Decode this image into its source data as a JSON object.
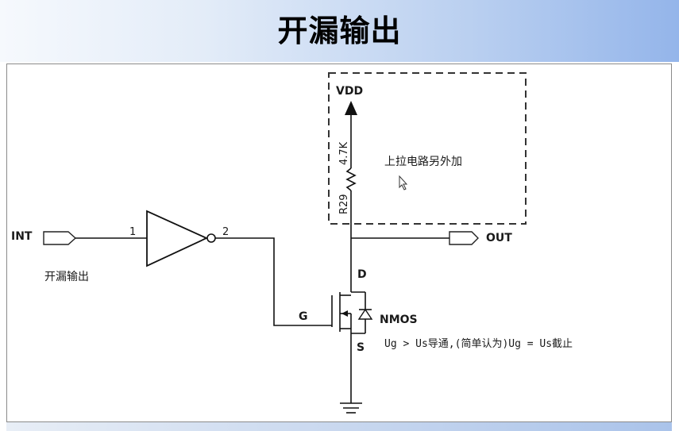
{
  "title": "开漏输出",
  "labels": {
    "input_port": "INT",
    "output_port": "OUT",
    "gate_pin_in": "1",
    "gate_pin_out": "2",
    "input_caption": "开漏输出",
    "vdd": "VDD",
    "resistor_value": "4.7K",
    "resistor_ref": "R29",
    "pullup_note": "上拉电路另外加",
    "drain": "D",
    "gate": "G",
    "source": "S",
    "mosfet_type": "NMOS",
    "condition_note": "Ug > Us导通,(简单认为)Ug = Us截止"
  }
}
